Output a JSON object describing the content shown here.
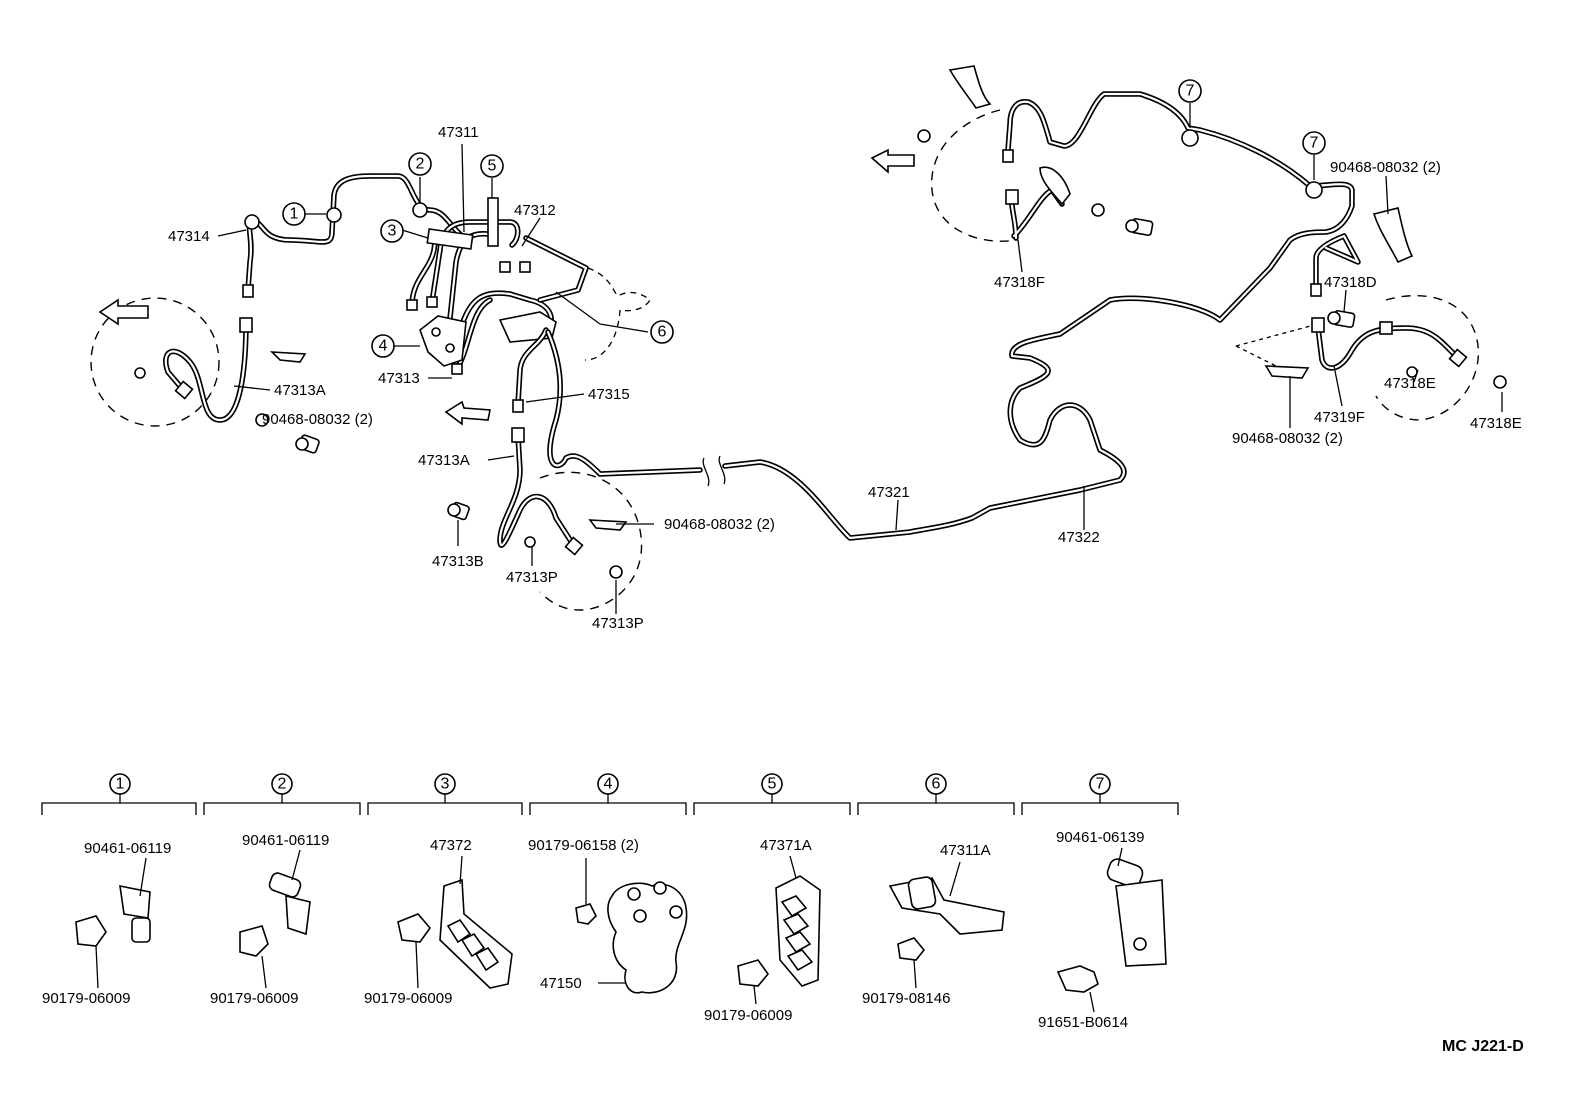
{
  "callouts": {
    "p47311": "47311",
    "p47312": "47312",
    "p47314": "47314",
    "p47313A_left": "47313A",
    "p90468_left": "90468-08032 (2)",
    "p47313": "47313",
    "p47315": "47315",
    "p47313A_mid": "47313A",
    "p47313B": "47313B",
    "p47313P_a": "47313P",
    "p47313P_b": "47313P",
    "p90468_mid": "90468-08032 (2)",
    "p47321": "47321",
    "p47322": "47322",
    "p47318F": "47318F",
    "p90468_right_top": "90468-08032 (2)",
    "p47318D": "47318D",
    "p47318E_a": "47318E",
    "p47318E_b": "47318E",
    "p47319F": "47319F",
    "p90468_right_bottom": "90468-08032 (2)"
  },
  "circled_refs": {
    "r1": "1",
    "r2": "2",
    "r3": "3",
    "r4": "4",
    "r5": "5",
    "r6": "6",
    "r7a": "7",
    "r7b": "7"
  },
  "groups": [
    {
      "ref": "1",
      "parts": [
        "90461-06119",
        "90179-06009"
      ]
    },
    {
      "ref": "2",
      "parts": [
        "90461-06119",
        "90179-06009"
      ]
    },
    {
      "ref": "3",
      "parts": [
        "47372",
        "90179-06009"
      ]
    },
    {
      "ref": "4",
      "parts": [
        "90179-06158 (2)",
        "47150"
      ]
    },
    {
      "ref": "5",
      "parts": [
        "47371A",
        "90179-06009"
      ]
    },
    {
      "ref": "6",
      "parts": [
        "47311A",
        "90179-08146"
      ]
    },
    {
      "ref": "7",
      "parts": [
        "90461-06139",
        "91651-B0614"
      ]
    }
  ],
  "figure_code": "MC J221-D",
  "icons": [
    "front-arrow-icon",
    "brake-disc-icon",
    "bracket-icon",
    "bolt-icon",
    "clip-icon"
  ]
}
